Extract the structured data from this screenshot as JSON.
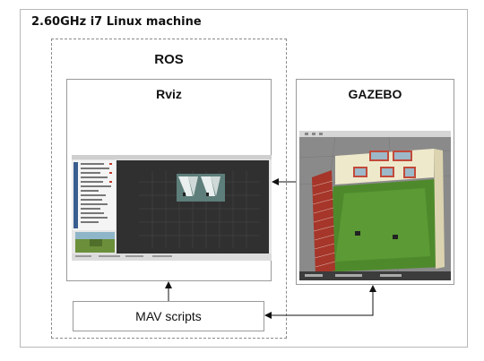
{
  "machine": {
    "title": "2.60GHz i7 Linux machine"
  },
  "ros": {
    "label": "ROS"
  },
  "rviz": {
    "label": "Rviz",
    "screenshot_icon": "rviz-screenshot"
  },
  "gazebo": {
    "label": "GAZEBO",
    "screenshot_icon": "gazebo-screenshot"
  },
  "mav": {
    "label": "MAV scripts"
  }
}
